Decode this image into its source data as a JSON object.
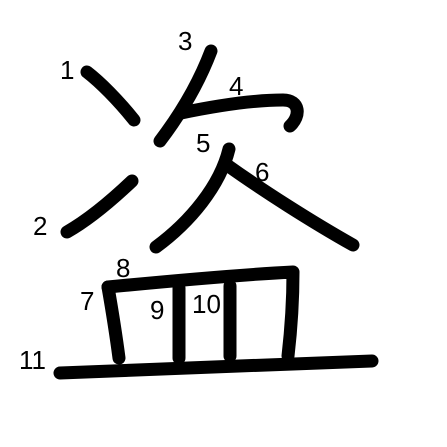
{
  "character": "盗",
  "colors": {
    "stroke": "#000000",
    "label": "#000000",
    "background": "#ffffff"
  },
  "strokes": [
    {
      "label": "1"
    },
    {
      "label": "2"
    },
    {
      "label": "3"
    },
    {
      "label": "4"
    },
    {
      "label": "5"
    },
    {
      "label": "6"
    },
    {
      "label": "7"
    },
    {
      "label": "8"
    },
    {
      "label": "9"
    },
    {
      "label": "10"
    },
    {
      "label": "11"
    }
  ]
}
